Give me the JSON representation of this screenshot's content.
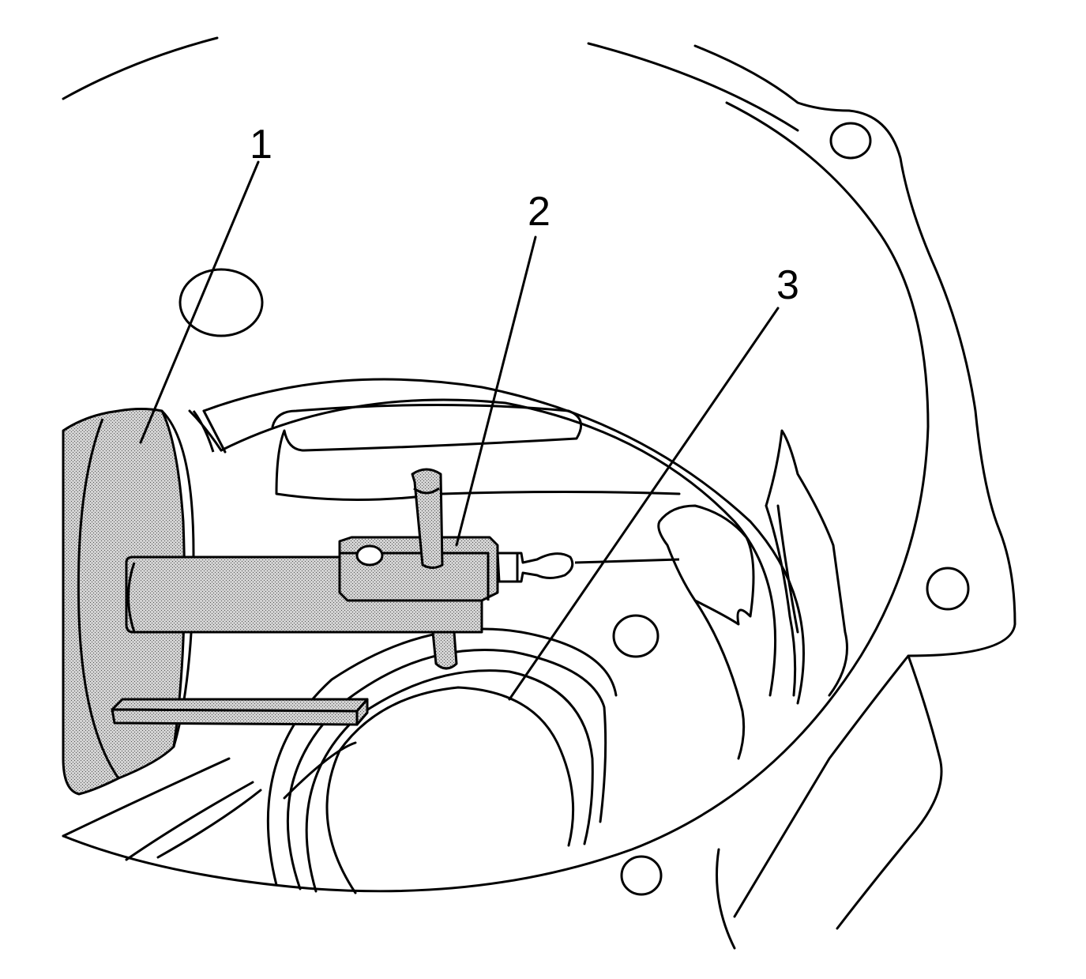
{
  "callouts": [
    {
      "id": "1",
      "label": "1"
    },
    {
      "id": "2",
      "label": "2"
    },
    {
      "id": "3",
      "label": "3"
    }
  ],
  "colors": {
    "line": "#000000",
    "background": "#ffffff",
    "hatch_fill": "#b5b5b5"
  }
}
